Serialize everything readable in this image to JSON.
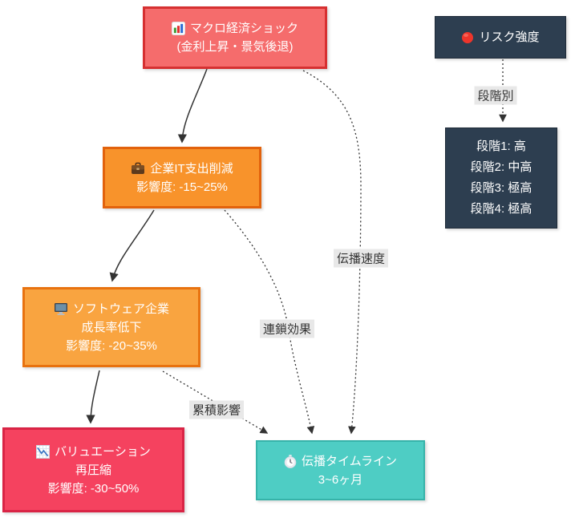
{
  "nodes": {
    "macro_shock": {
      "icon": "bar-chart-icon",
      "title": "マクロ経済ショック",
      "subtitle": "(金利上昇・景気後退)",
      "fill": "#f56c6c",
      "stroke": "#d63031"
    },
    "risk_intensity": {
      "icon": "red-circle-icon",
      "title": "リスク強度",
      "fill": "#2d3e50"
    },
    "stage_levels": {
      "lines": [
        "段階1: 高",
        "段階2: 中高",
        "段階3: 極高",
        "段階4: 極高"
      ],
      "fill": "#2d3e50"
    },
    "it_spending": {
      "icon": "briefcase-icon",
      "title": "企業IT支出削減",
      "impact": "影響度: -15~25%",
      "fill": "#f8932b",
      "stroke": "#e2620c"
    },
    "software": {
      "icon": "computer-icon",
      "title": "ソフトウェア企業",
      "line2": "成長率低下",
      "impact": "影響度: -20~35%",
      "fill": "#f9a440",
      "stroke": "#e8720f"
    },
    "valuation": {
      "icon": "chart-down-icon",
      "title": "バリュエーション",
      "line2": "再圧縮",
      "impact": "影響度: -30~50%",
      "fill": "#f5425f",
      "stroke": "#d92445"
    },
    "timeline": {
      "icon": "stopwatch-icon",
      "title": "伝播タイムライン",
      "line2": "3~6ヶ月",
      "fill": "#4ecdc4",
      "stroke": "#36b3a9"
    }
  },
  "edge_labels": {
    "stage_split": "段階別",
    "propagation_speed": "伝播速度",
    "chain_effect": "連鎖効果",
    "cumulative_impact": "累積影響"
  },
  "palette": {
    "edge_color": "#333333",
    "edge_label_bg": "#e8e8e8",
    "node_text": "#ffffff",
    "background": "#ffffff"
  }
}
